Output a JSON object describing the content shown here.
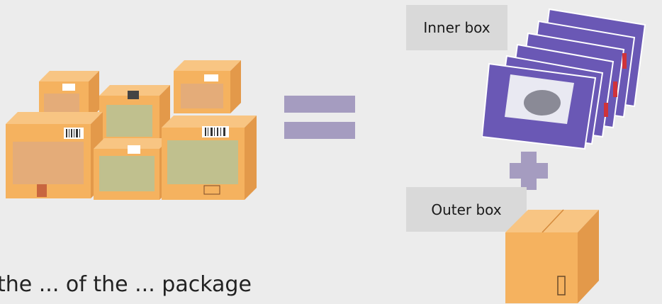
{
  "labels": {
    "inner_box": "Inner box",
    "outer_box": "Outer box"
  },
  "caption": "the ... of the ... package",
  "icons": {
    "equals": "equals-icon",
    "plus": "plus-icon",
    "stack": "carton-stack-icon",
    "inner": "glove-box-stack-icon",
    "outer": "cardboard-box-icon"
  },
  "colors": {
    "background": "#ececec",
    "label_bg": "#d9d9d9",
    "operator": "#a59cc0",
    "carton_front": "#f5b25f",
    "carton_side": "#e3994a",
    "carton_top": "#f8c583",
    "inner_box": "#6a58b5"
  }
}
